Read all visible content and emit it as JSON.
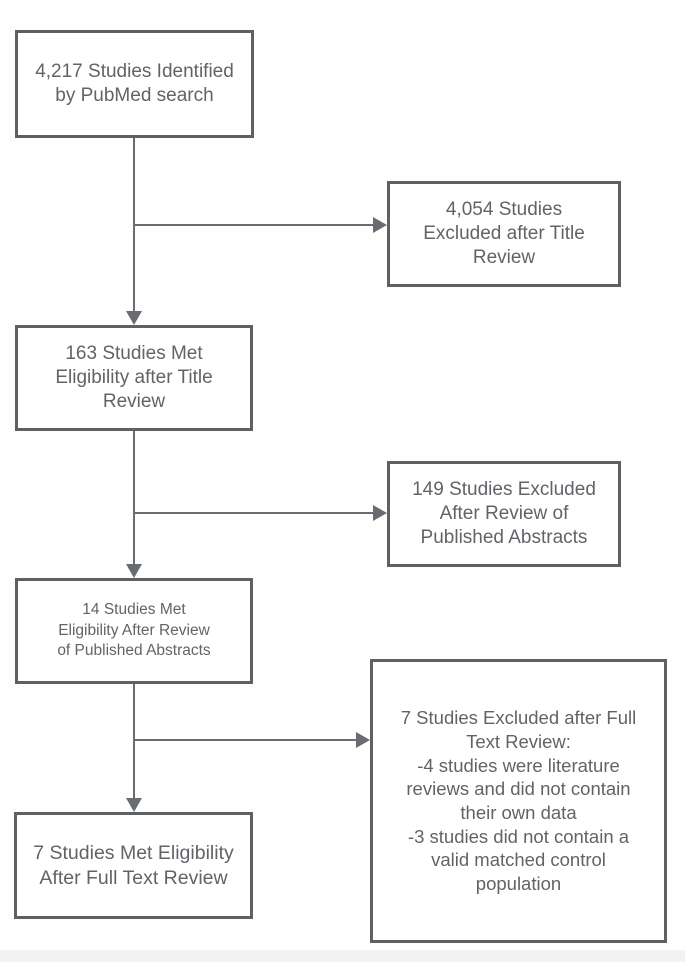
{
  "colors": {
    "box_border": "#5e6164",
    "box_fill": "#ffffff",
    "text": "#606468",
    "connector": "#696c70",
    "background": "#fefefe",
    "footer_strip": "#f2f2f4"
  },
  "flowchart": {
    "type": "study-selection-flow-diagram",
    "boxes": [
      {
        "id": "identified",
        "text": "4,217 Studies Identified\nby PubMed search"
      },
      {
        "id": "excluded-title",
        "text": "4,054 Studies\nExcluded after Title\nReview"
      },
      {
        "id": "eligible-title",
        "text": "163 Studies Met\nEligibility after Title\nReview"
      },
      {
        "id": "excluded-abstract",
        "text": "149 Studies Excluded\nAfter Review of\nPublished Abstracts"
      },
      {
        "id": "eligible-abstract",
        "text": "14 Studies Met\nEligibility After Review\nof Published Abstracts"
      },
      {
        "id": "excluded-fulltext",
        "text": "7 Studies Excluded after Full\nText Review:\n-4 studies were literature\nreviews and did not contain\ntheir own data\n-3 studies did not contain a\nvalid matched control\npopulation"
      },
      {
        "id": "eligible-fulltext",
        "text": "7 Studies Met Eligibility\nAfter Full Text Review"
      }
    ],
    "edges": [
      {
        "from": "identified",
        "to": "eligible-title",
        "shape": "vertical-arrow"
      },
      {
        "from": "identified",
        "to": "excluded-title",
        "shape": "branch-right-arrow"
      },
      {
        "from": "eligible-title",
        "to": "eligible-abstract",
        "shape": "vertical-arrow"
      },
      {
        "from": "eligible-title",
        "to": "excluded-abstract",
        "shape": "branch-right-arrow"
      },
      {
        "from": "eligible-abstract",
        "to": "eligible-fulltext",
        "shape": "vertical-arrow"
      },
      {
        "from": "eligible-abstract",
        "to": "excluded-fulltext",
        "shape": "branch-right-arrow"
      }
    ]
  }
}
